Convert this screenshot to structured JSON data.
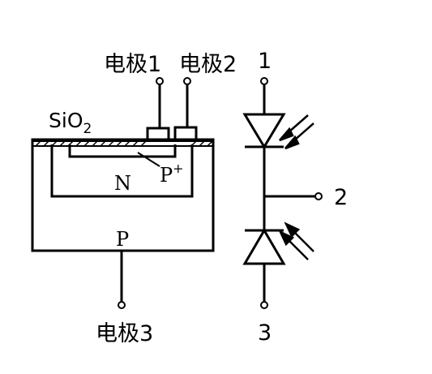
{
  "labels": {
    "electrode1": "电极1",
    "electrode2": "电极2",
    "electrode3": "电极3",
    "oxide_main": "SiO",
    "oxide_sub": "2",
    "region_n": "N",
    "region_p": "P",
    "region_pplus_main": "P",
    "region_pplus_sup": "+",
    "terminal1": "1",
    "terminal2": "2",
    "terminal3": "3"
  },
  "colors": {
    "ink": "#000000",
    "background": "#ffffff"
  }
}
